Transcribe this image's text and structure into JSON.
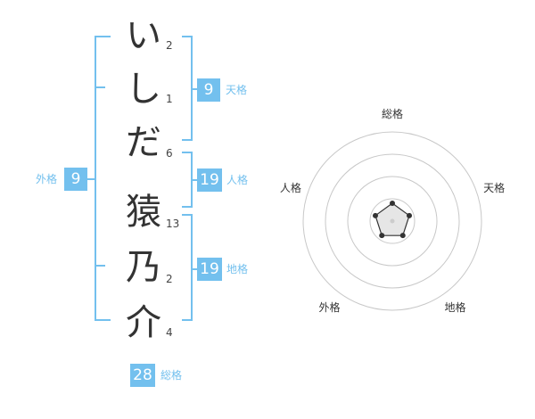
{
  "name": {
    "characters": [
      "い",
      "し",
      "だ",
      "猿",
      "乃",
      "介"
    ],
    "strokes": [
      "2",
      "1",
      "6",
      "13",
      "2",
      "4"
    ]
  },
  "fortune": {
    "tenkaku": {
      "label": "天格",
      "value": "9"
    },
    "jinkaku": {
      "label": "人格",
      "value": "19"
    },
    "chikaku": {
      "label": "地格",
      "value": "19"
    },
    "gaikaku": {
      "label": "外格",
      "value": "9"
    },
    "soukaku": {
      "label": "総格",
      "value": "28"
    }
  },
  "radar": {
    "axes": [
      "総格",
      "天格",
      "地格",
      "外格",
      "人格"
    ],
    "values": [
      0.2,
      0.2,
      0.2,
      0.2,
      0.2
    ],
    "rings": 4,
    "colors": {
      "ring": "#c8c8c8",
      "polygon_fill": "#e6e6e6",
      "point": "#333333",
      "center": "#cccccc"
    }
  },
  "colors": {
    "accent": "#73c0ee",
    "text": "#333333"
  }
}
